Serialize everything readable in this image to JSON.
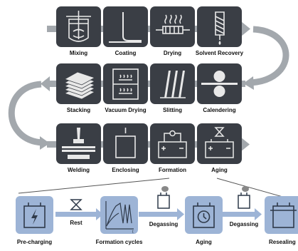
{
  "colors": {
    "tile_dark": "#3a3e45",
    "tile_blue": "#9db4d6",
    "arrow_gray": "#a3a8ad",
    "text": "#111111"
  },
  "main_steps": [
    {
      "label": "Mixing",
      "icon": "mixing-tank-icon"
    },
    {
      "label": "Coating",
      "icon": "coating-blade-icon"
    },
    {
      "label": "Drying",
      "icon": "drying-heater-icon"
    },
    {
      "label": "Solvent Recovery",
      "icon": "solvent-recovery-icon"
    },
    {
      "label": "Calendering",
      "icon": "calender-rollers-icon"
    },
    {
      "label": "Slitting",
      "icon": "slitting-blades-icon"
    },
    {
      "label": "Vacuum Drying",
      "icon": "vacuum-drying-icon"
    },
    {
      "label": "Stacking",
      "icon": "stacked-sheets-icon"
    },
    {
      "label": "Welding",
      "icon": "welding-press-icon"
    },
    {
      "label": "Enclosing",
      "icon": "enclosing-cell-icon"
    },
    {
      "label": "Formation",
      "icon": "formation-battery-icon"
    },
    {
      "label": "Aging",
      "icon": "aging-battery-icon"
    }
  ],
  "formation_detail": [
    {
      "label": "Pre-charging",
      "icon": "pre-charging-icon"
    },
    {
      "label": "Rest",
      "icon": "hourglass-icon"
    },
    {
      "label": "Formation cycles",
      "icon": "charge-curve-icon"
    },
    {
      "label": "Degassing",
      "icon": "degassing-cell-icon"
    },
    {
      "label": "Aging",
      "icon": "clock-icon"
    },
    {
      "label": "Degassing",
      "icon": "degassing-cell-icon"
    },
    {
      "label": "Resealing",
      "icon": "resealed-cell-icon"
    }
  ]
}
